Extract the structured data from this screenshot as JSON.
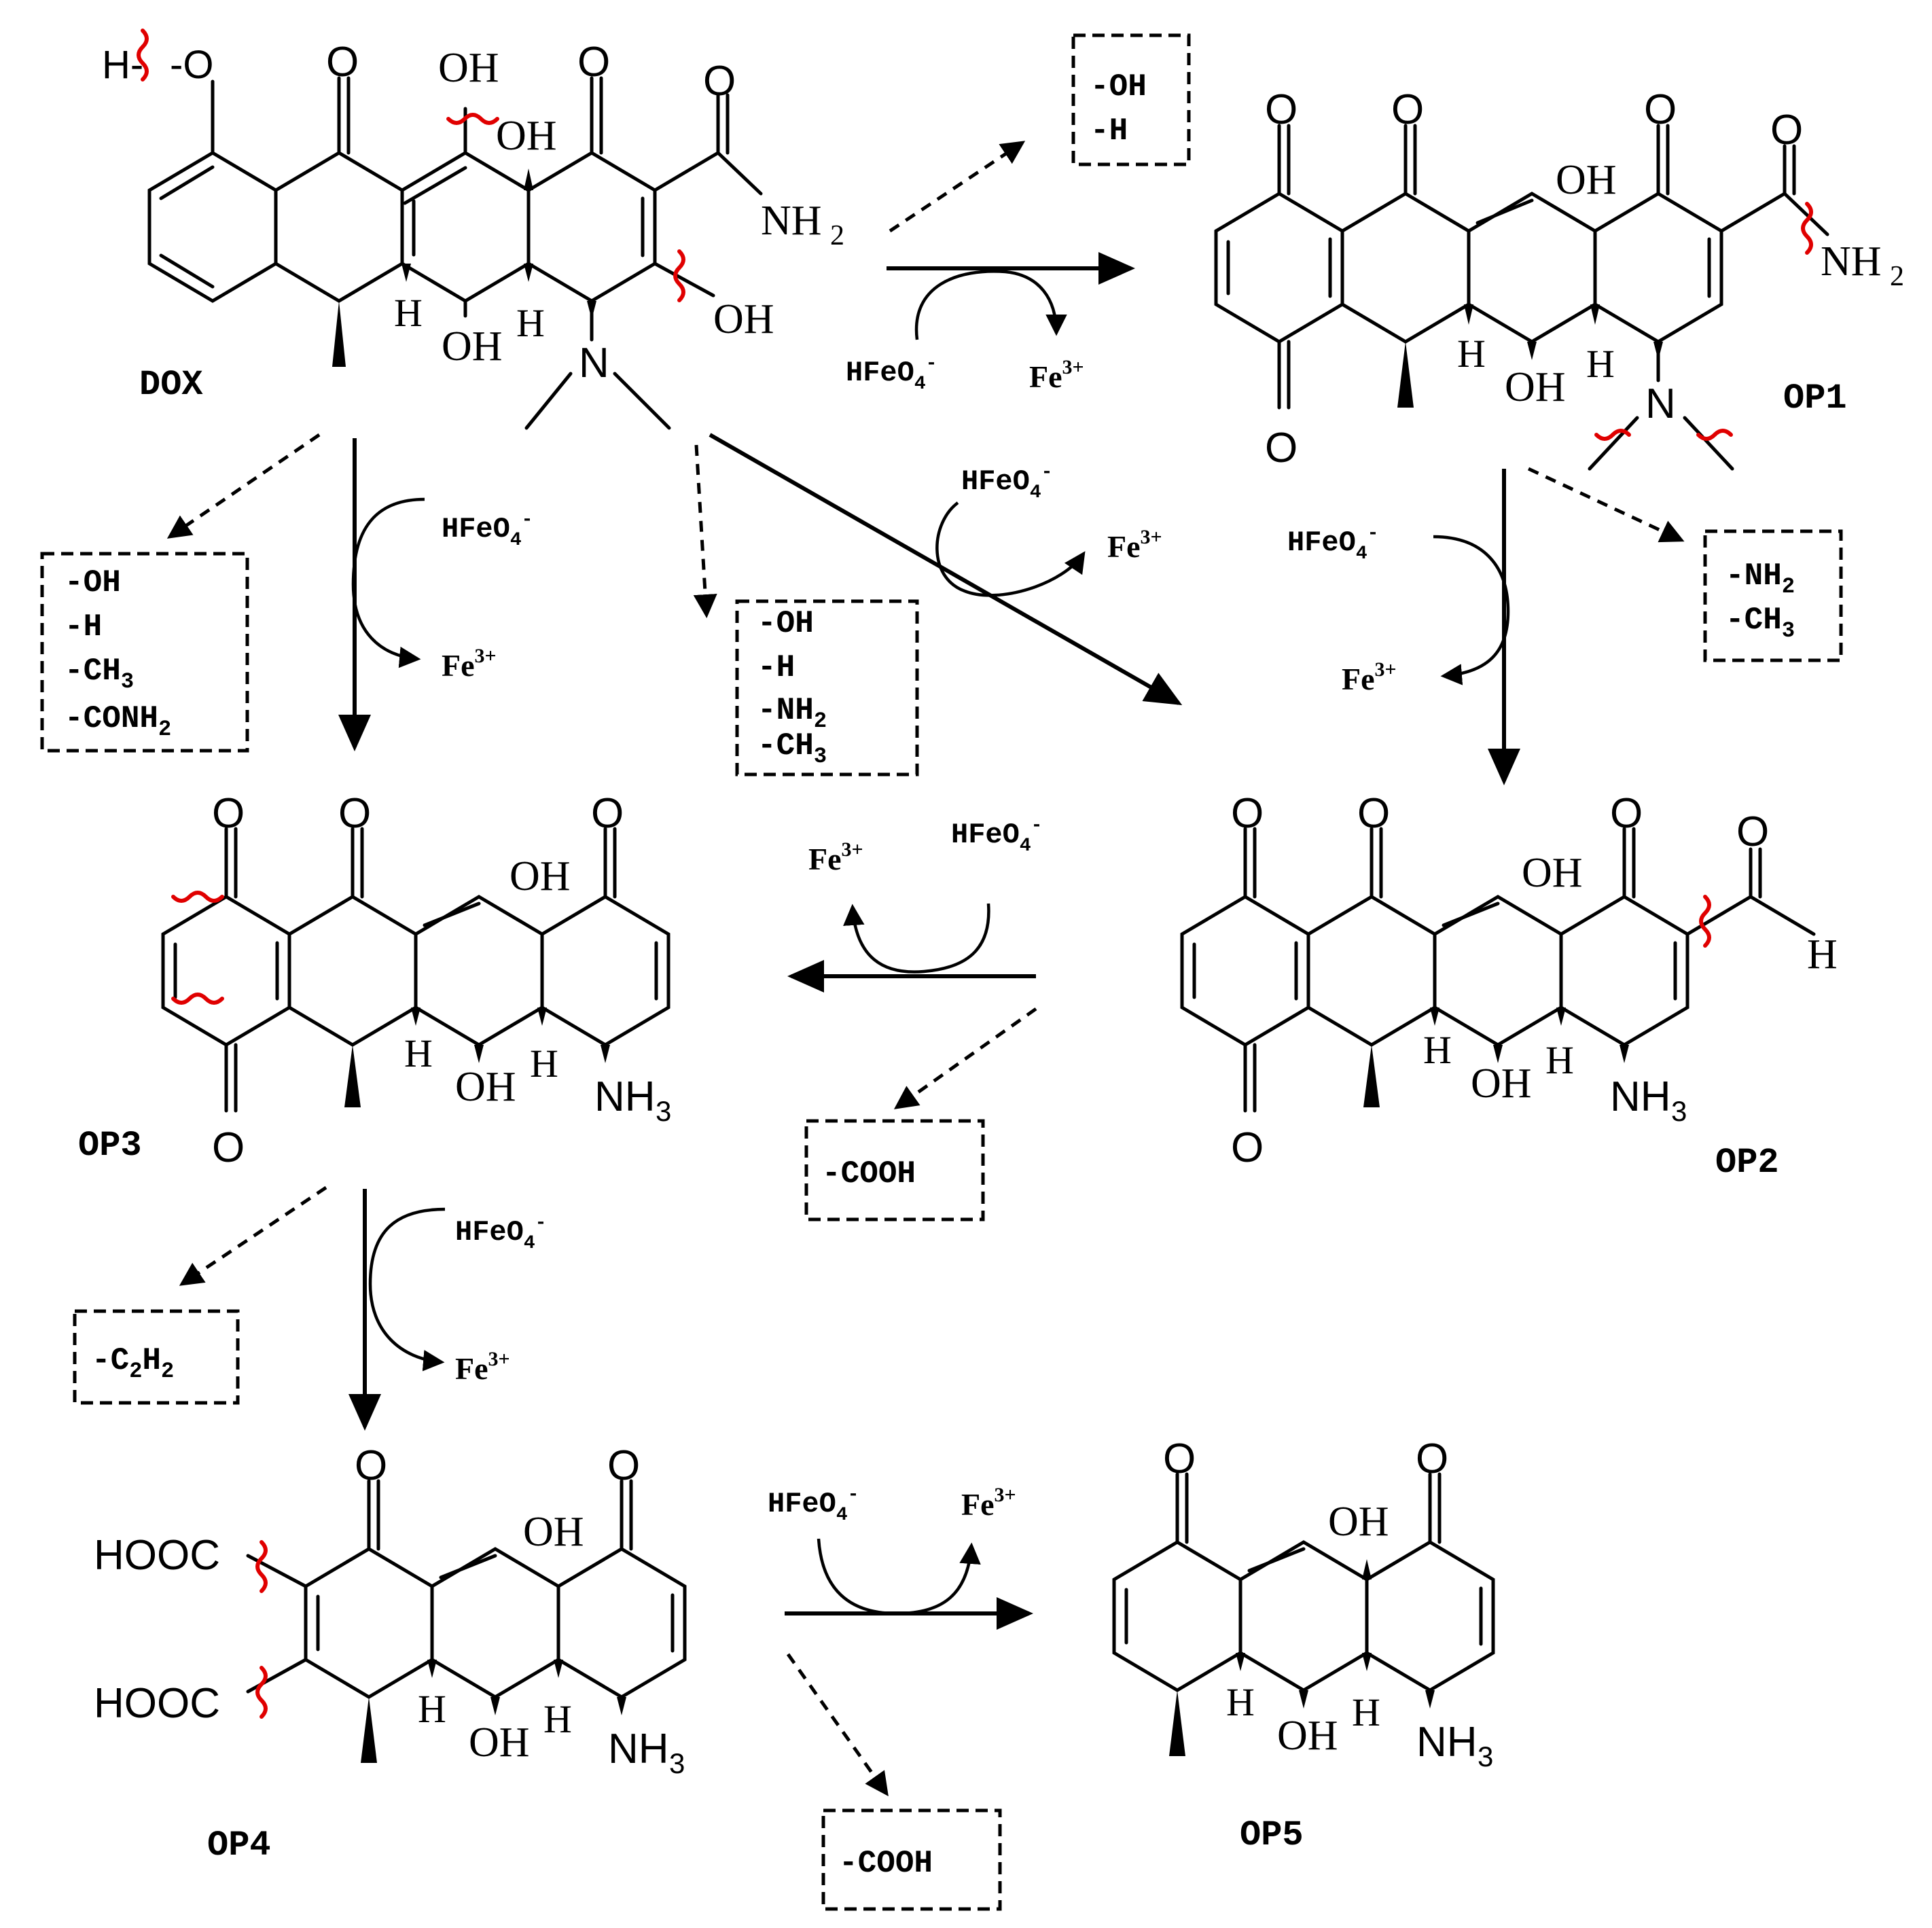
{
  "colors": {
    "ink": "#000000",
    "cleavage_mark": "#e00000"
  },
  "compounds": {
    "dox": {
      "name": "DOX",
      "labels": [
        "O",
        "OH",
        "OH",
        "O",
        "O",
        "NH",
        "2",
        "OH",
        "H",
        "OH",
        "H",
        "N",
        "H-",
        "-O"
      ]
    },
    "op1": {
      "name": "OP1",
      "labels": [
        "O",
        "O",
        "O",
        "OH",
        "O",
        "NH",
        "2",
        "H",
        "OH",
        "H",
        "N",
        "O"
      ]
    },
    "op2": {
      "name": "OP2",
      "labels": [
        "O",
        "O",
        "O",
        "OH",
        "O",
        "H",
        "H",
        "OH",
        "H",
        "NH",
        "3",
        "O"
      ]
    },
    "op3": {
      "name": "OP3",
      "labels": [
        "O",
        "O",
        "O",
        "OH",
        "H",
        "OH",
        "H",
        "NH",
        "3",
        "O"
      ]
    },
    "op4": {
      "name": "OP4",
      "labels": [
        "O",
        "OH",
        "O",
        "HOOC",
        "HOOC",
        "H",
        "OH",
        "H",
        "NH",
        "3"
      ]
    },
    "op5": {
      "name": "OP5",
      "labels": [
        "O",
        "O",
        "OH",
        "H",
        "OH",
        "H",
        "NH",
        "3"
      ]
    }
  },
  "reagents": {
    "oxidant": "HFeO",
    "oxidant_sub": "4",
    "oxidant_sup": "-",
    "product_ion": "Fe",
    "product_sup": "3+"
  },
  "lost_groups": {
    "dox_to_op1": [
      [
        "-OH",
        ""
      ],
      [
        "-H",
        ""
      ]
    ],
    "dox_to_op3": [
      [
        "-OH",
        ""
      ],
      [
        "-H",
        ""
      ],
      [
        "-CH",
        "3"
      ],
      [
        "-CONH",
        "2"
      ]
    ],
    "dox_to_op2": [
      [
        "-OH",
        ""
      ],
      [
        "-H",
        ""
      ],
      [
        "-NH",
        "2"
      ],
      [
        "-CH",
        "3"
      ]
    ],
    "op1_to_op2": [
      [
        "-NH",
        "2"
      ],
      [
        "-CH",
        "3"
      ]
    ],
    "op2_to_op3": [
      [
        "-COOH",
        ""
      ]
    ],
    "op3_to_op4": [
      [
        "-C",
        "2",
        "H",
        "2"
      ]
    ],
    "op4_to_op5": [
      [
        "-COOH",
        ""
      ]
    ]
  }
}
